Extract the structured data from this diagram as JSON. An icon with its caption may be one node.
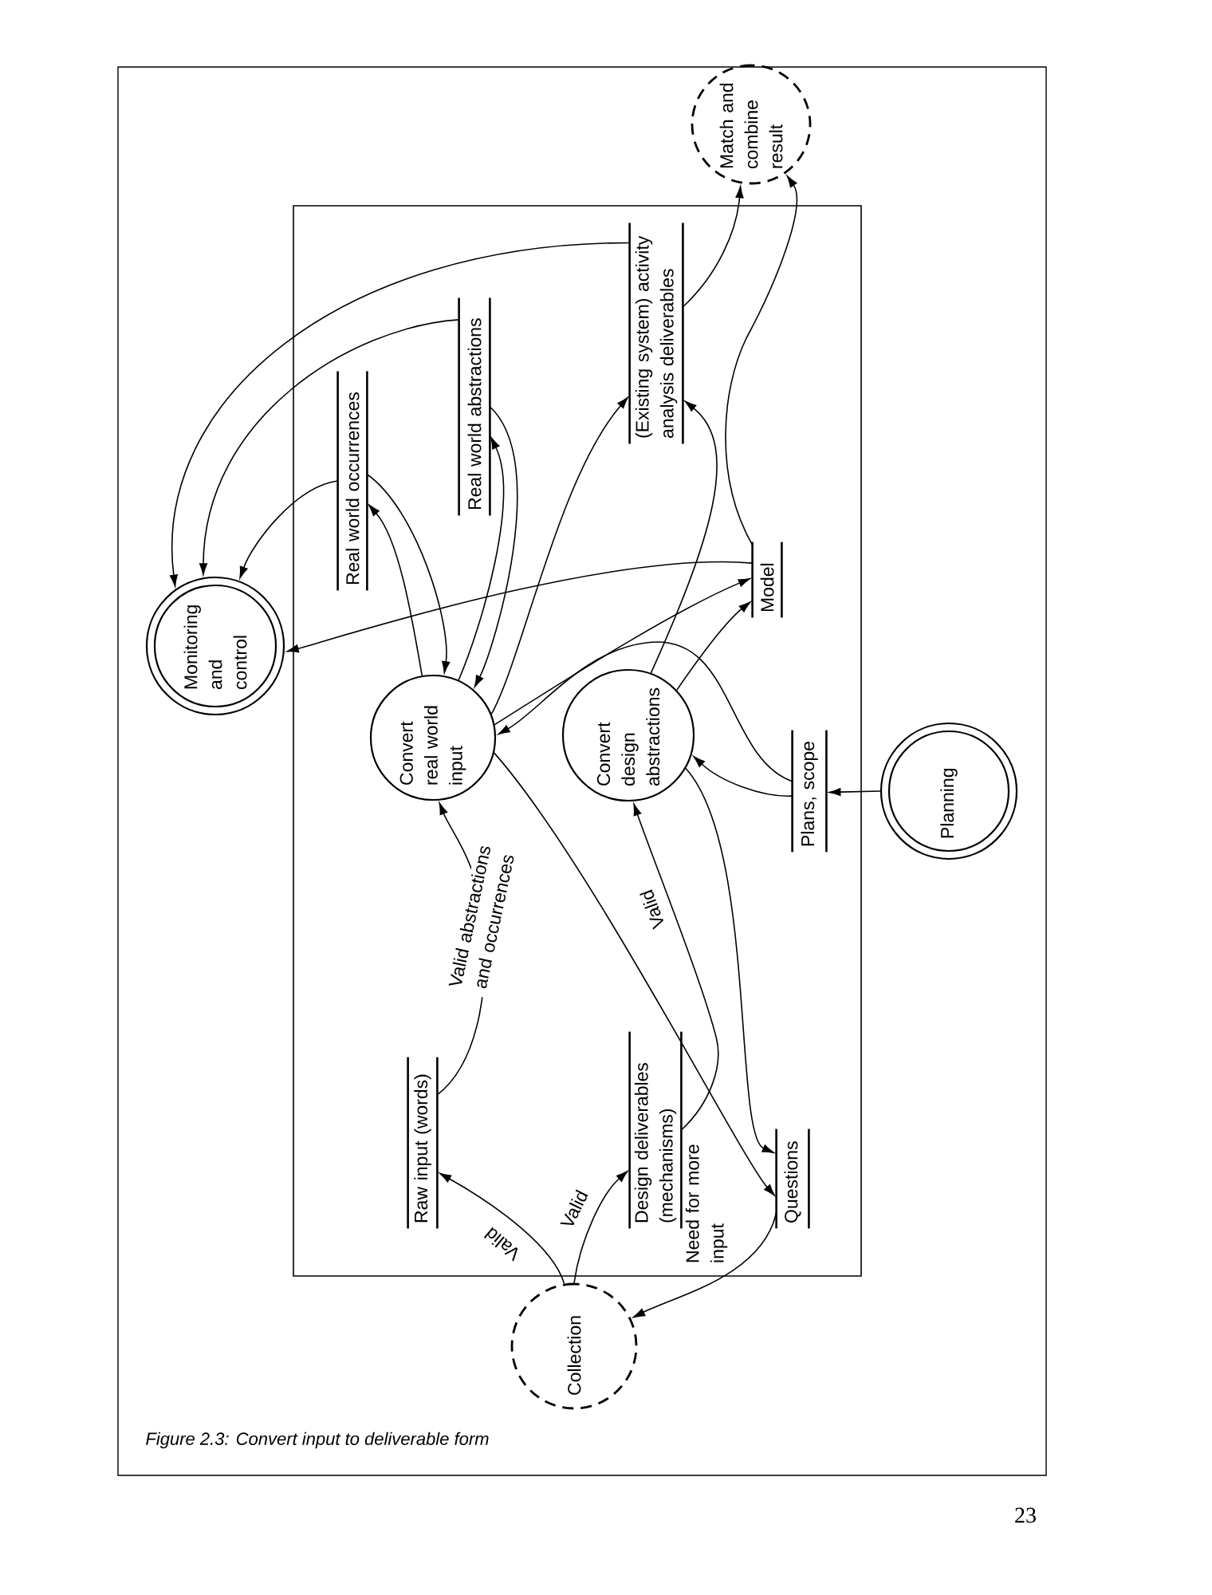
{
  "diagram": {
    "caption": "Figure 2.3: Convert input to deliverable form",
    "nodes": [
      {
        "text": [
          "Monitoring and control"
        ]
      },
      {
        "text": [
          "Match and combine result"
        ]
      },
      {
        "text": [],
        "shape": "box"
      },
      {
        "text": [
          "Real world occurrences"
        ],
        "in": 2
      },
      {
        "text": [
          "Real world abstractions"
        ],
        "in": 2
      },
      {
        "text": [
          "(Existing system) activity analysis deliverables"
        ],
        "in": 2
      },
      {
        "text": [
          "Model"
        ],
        "in": 2
      },
      {
        "text": [
          "Convert real world input"
        ],
        "in": 2
      },
      {
        "text": [
          "Convert design abstractions"
        ],
        "in": 2
      },
      {
        "text": [
          "Plans, scope"
        ],
        "in": 2
      },
      {
        "text": [
          "Raw input (words)"
        ],
        "in": 2
      },
      {
        "text": [
          "Design deliverables (mechanisms)"
        ],
        "in": 2
      },
      {
        "text": [
          "Questions"
        ],
        "in": 2
      },
      {
        "text": [
          "Planning"
        ]
      },
      {
        "text": [
          "Collection"
        ]
      }
    ],
    "edges": [
      {
        "from": 14,
        "to": 10,
        "arrow": "to",
        "label": "Valid"
      },
      {
        "from": 14,
        "to": 11,
        "arrow": "to",
        "label": "Valid"
      },
      {
        "from": 10,
        "to": 7,
        "arrow": "to",
        "label": "Valid abstractions and occurrences"
      },
      {
        "from": 12,
        "to": 14,
        "arrow": "to",
        "label": "Need for more input"
      },
      {
        "from": 7,
        "to": 12,
        "arrow": "to"
      },
      {
        "from": 8,
        "to": 12,
        "arrow": "to"
      },
      {
        "from": 11,
        "to": 8,
        "arrow": "to",
        "label": "Valid"
      },
      {
        "from": 3,
        "to": 7,
        "arrow": "to"
      },
      {
        "from": 7,
        "to": 3,
        "arrow": "to"
      },
      {
        "from": 7,
        "to": 4,
        "arrow": "to"
      },
      {
        "from": 4,
        "to": 7,
        "arrow": "to"
      },
      {
        "from": 7,
        "to": 5,
        "arrow": "to"
      },
      {
        "from": 3,
        "to": 0,
        "arrow": "to"
      },
      {
        "from": 4,
        "to": 0,
        "arrow": "to"
      },
      {
        "from": 5,
        "to": 0,
        "arrow": "to"
      },
      {
        "from": 6,
        "to": 0,
        "arrow": "to"
      },
      {
        "from": 5,
        "to": 1,
        "arrow": "to"
      },
      {
        "from": 6,
        "to": 1,
        "arrow": "to"
      },
      {
        "from": 8,
        "to": 5,
        "arrow": "to"
      },
      {
        "from": 7,
        "to": 6,
        "arrow": "to"
      },
      {
        "from": 8,
        "to": 6,
        "arrow": "to"
      },
      {
        "from": 9,
        "to": 7,
        "arrow": "to"
      },
      {
        "from": 9,
        "to": 8,
        "arrow": "to"
      },
      {
        "from": 13,
        "to": 9,
        "arrow": "to"
      }
    ],
    "labels": [
      "23"
    ]
  }
}
